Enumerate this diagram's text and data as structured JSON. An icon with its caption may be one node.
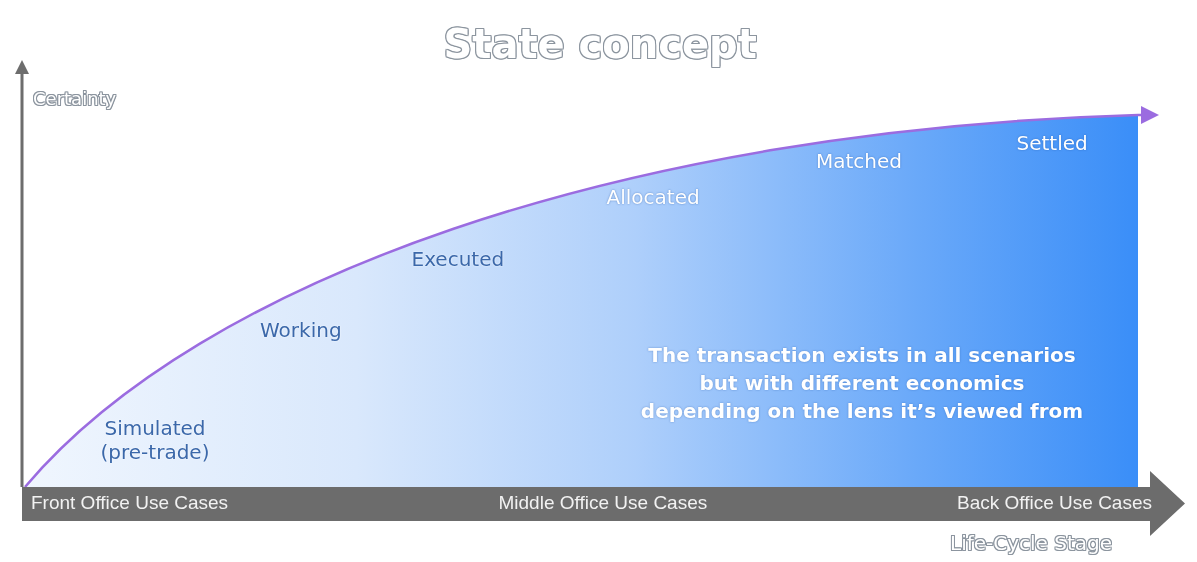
{
  "diagram": {
    "title": "State concept",
    "nodes": [
      {
        "text": [
          "Simulated (pre-trade)",
          "Working",
          "Executed",
          "Allocated",
          "Matched",
          "Settled",
          "The transaction exists in all scenarios but with different economics depending on the lens it’s viewed from"
        ]
      },
      {
        "text": [
          "Front Office Use Cases",
          "Middle Office Use Cases",
          "Back Office Use Cases"
        ]
      }
    ],
    "labels": [
      "Certainty",
      "Life-Cycle Stage"
    ]
  }
}
